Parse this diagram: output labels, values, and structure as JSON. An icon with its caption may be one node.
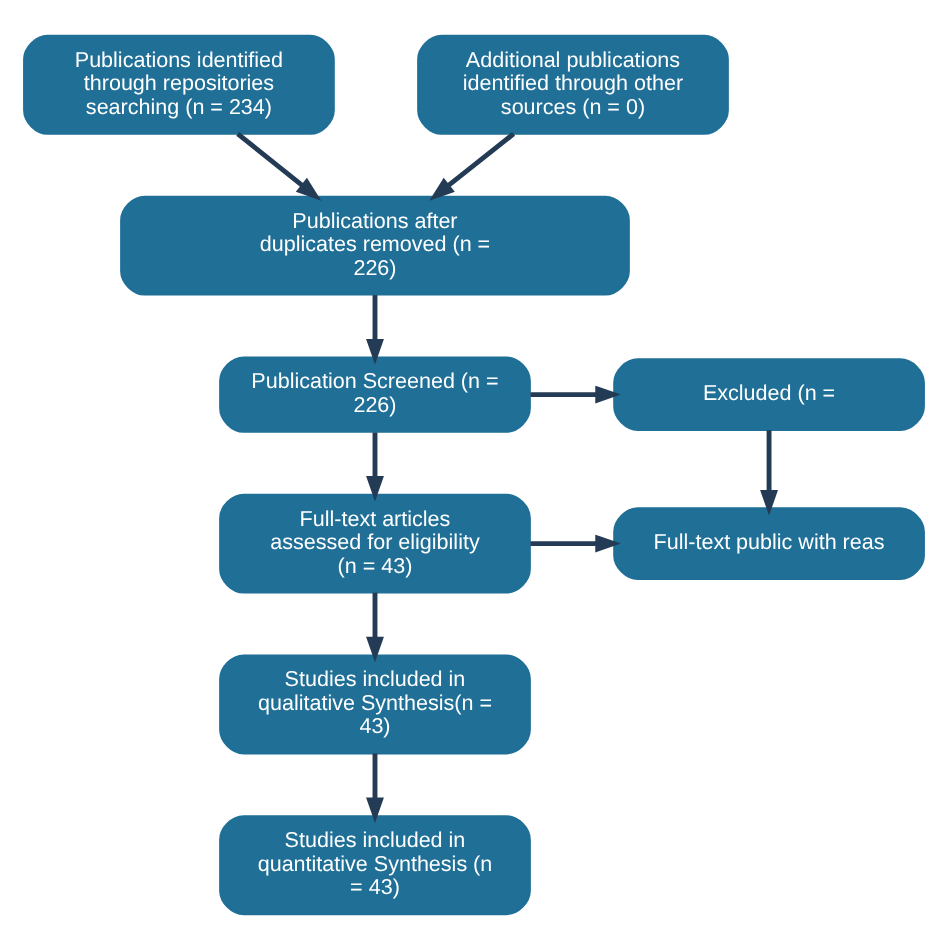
{
  "diagram": {
    "nodes": [
      {
        "text": [
          "Publications identified through repositories searching (n = 234)"
        ]
      },
      {
        "text": [
          "Additional publications identified through other sources (n = 0)"
        ]
      },
      {
        "text": [
          "Publications after duplicates removed (n = 226)"
        ]
      },
      {
        "text": [
          "Publication Screened (n = 226)"
        ]
      },
      {
        "text": [
          "Excluded (n ="
        ]
      },
      {
        "text": [
          "Full-text articles assessed for eligibility (n = 43)"
        ]
      },
      {
        "text": [
          "Full-text public with reas"
        ]
      },
      {
        "text": [
          "Studies included in qualitative Synthesis(n = 43)"
        ]
      },
      {
        "text": [
          "Studies included in quantitative Synthesis (n = 43)"
        ]
      }
    ],
    "edges": [
      {
        "from": 0,
        "to": 2,
        "arrow": "to"
      },
      {
        "from": 1,
        "to": 2,
        "arrow": "to"
      },
      {
        "from": 2,
        "to": 3,
        "arrow": "to"
      },
      {
        "from": 3,
        "to": 4,
        "arrow": "to"
      },
      {
        "from": 4,
        "to": 6,
        "arrow": "to"
      },
      {
        "from": 3,
        "to": 5,
        "arrow": "to"
      },
      {
        "from": 5,
        "to": 6,
        "arrow": "to"
      },
      {
        "from": 5,
        "to": 7,
        "arrow": "to"
      },
      {
        "from": 7,
        "to": 8,
        "arrow": "to"
      }
    ]
  }
}
